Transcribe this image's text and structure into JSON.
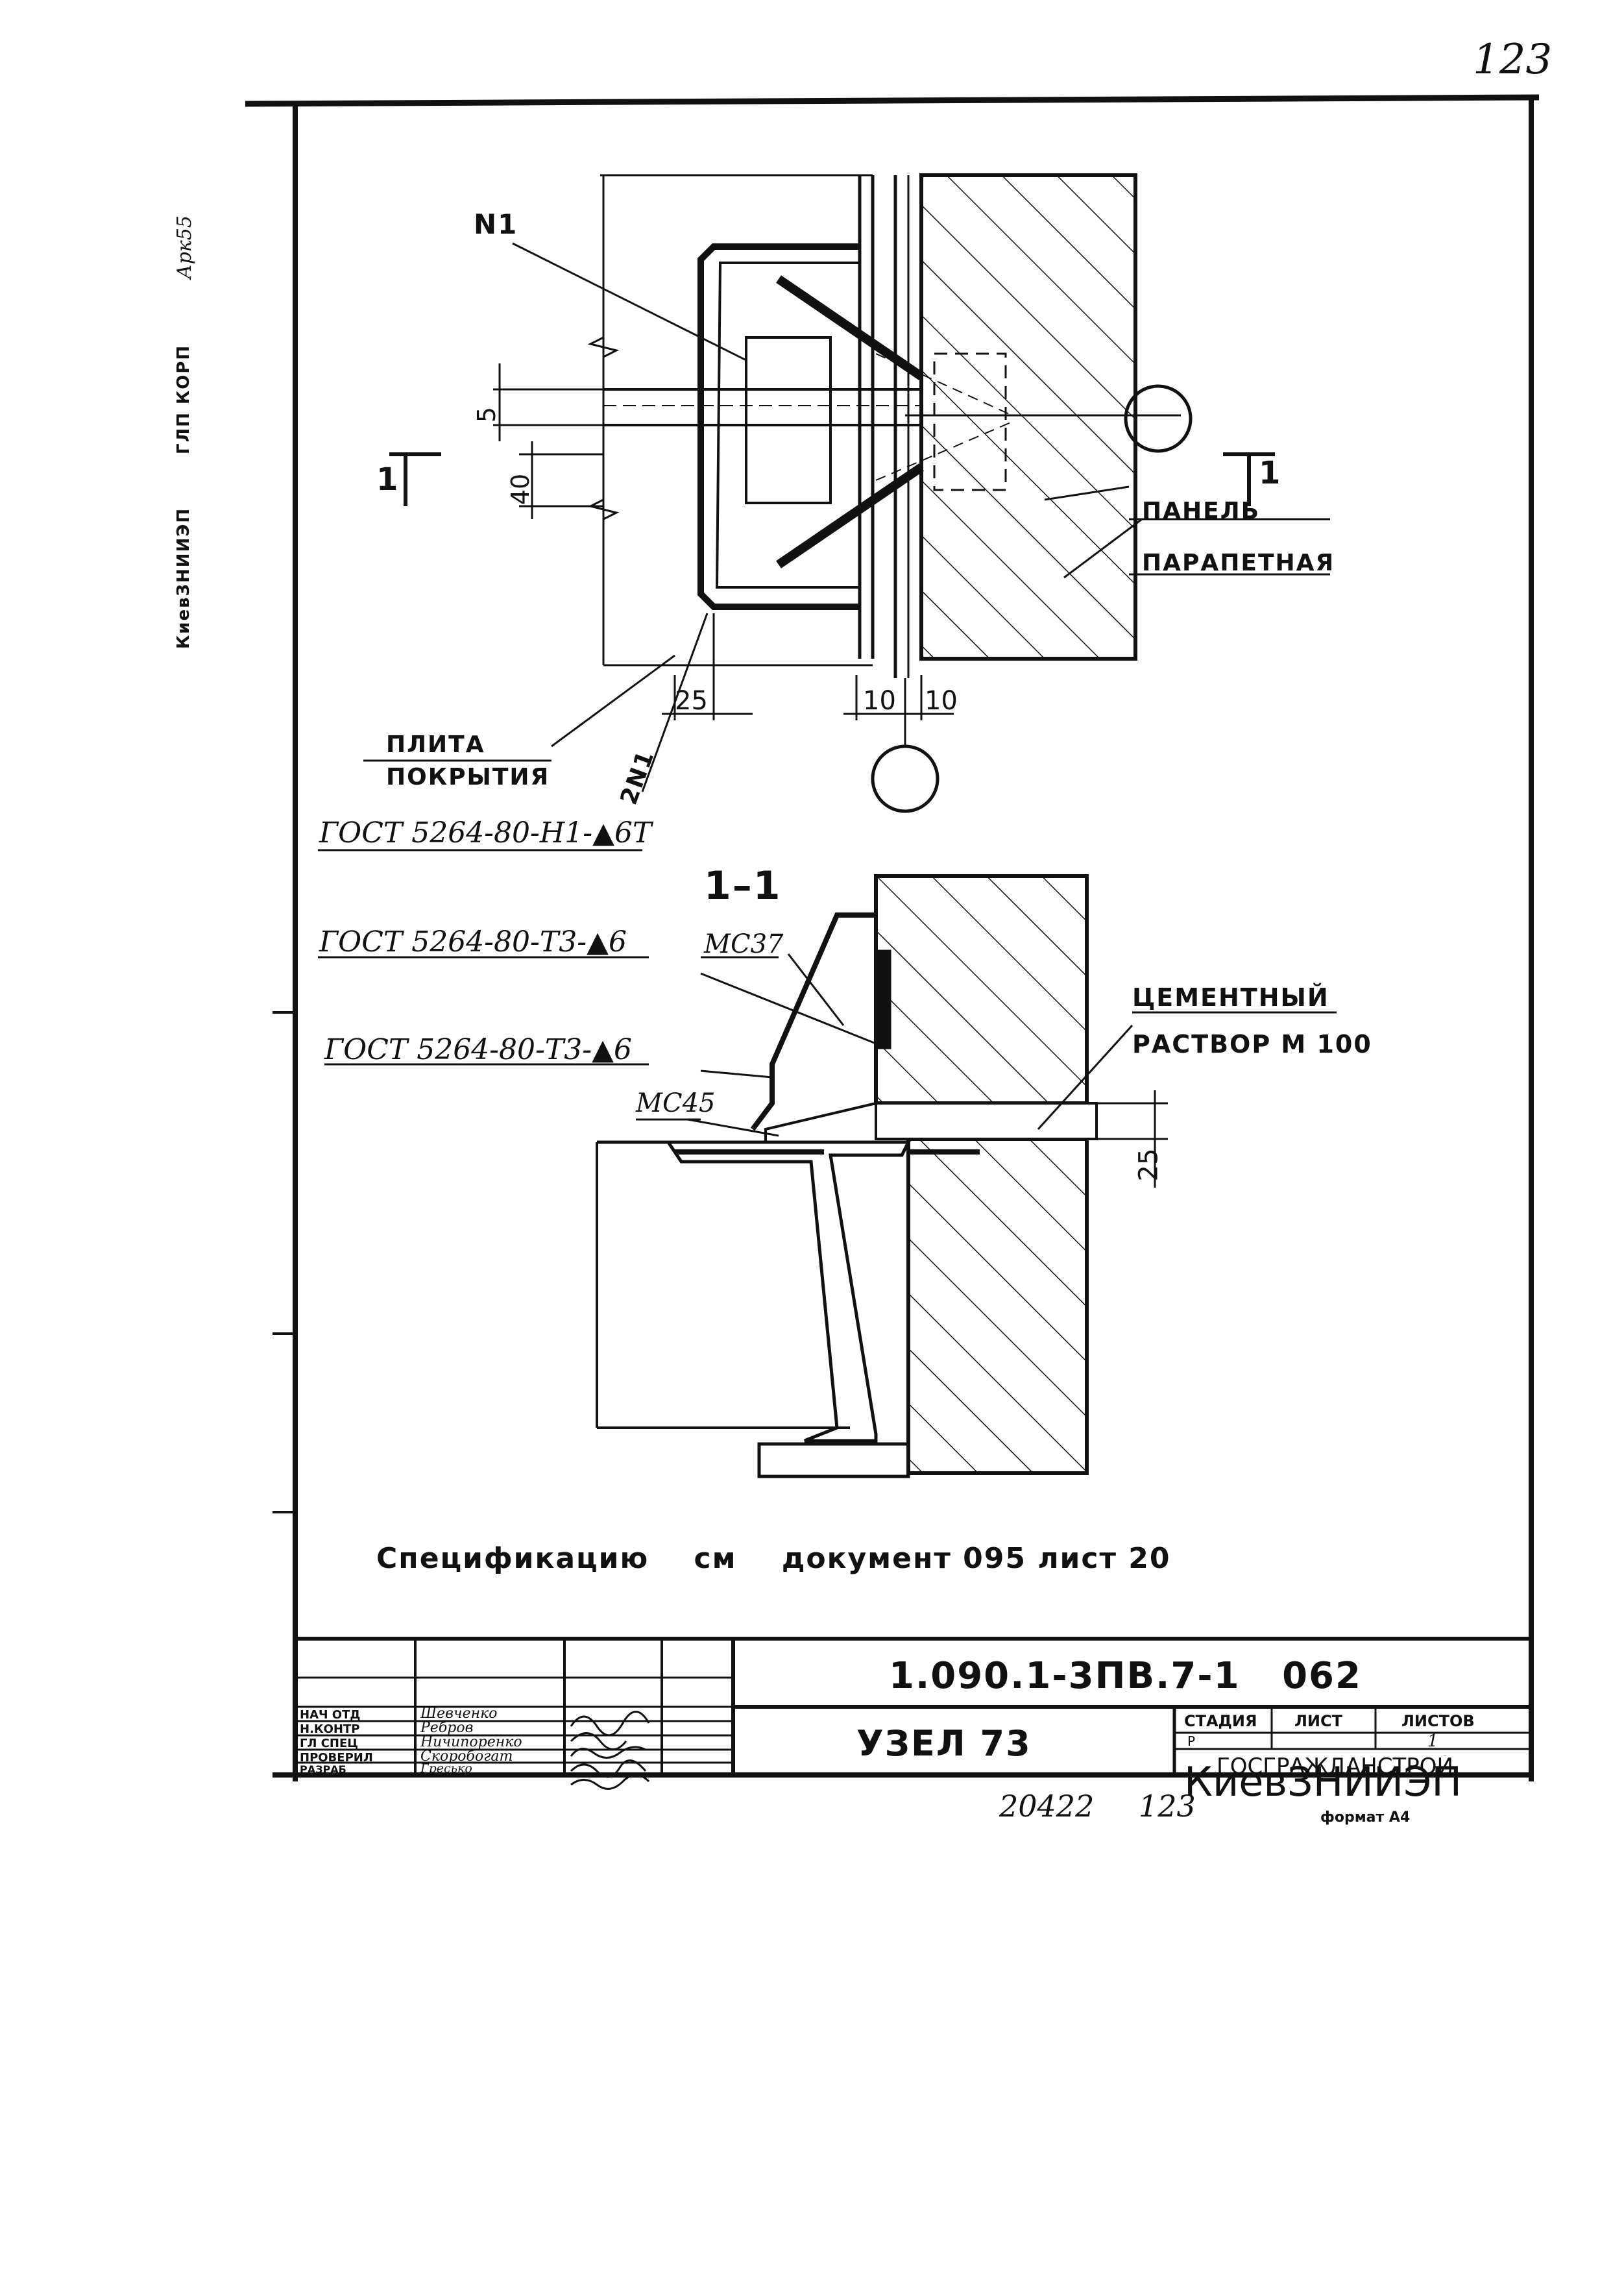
{
  "page_number": "123",
  "side_stamp": {
    "org": "КиевЗНИИЭП",
    "dept": "ГЛП КОРП",
    "sig": "Арк55"
  },
  "plan_view": {
    "mark_n1": "N1",
    "mark_2n1": "2N1",
    "dim_5": "5",
    "dim_40": "40",
    "dim_25": "25",
    "dim_10a": "10",
    "dim_10b": "10",
    "section_left": "1",
    "section_right": "1",
    "label_panel_line1": "ПАНЕЛЬ",
    "label_panel_line2": "ПАРАПЕТНАЯ",
    "label_slab_line1": "ПЛИТА",
    "label_slab_line2": "ПОКРЫТИЯ",
    "gost_n1": "ГОСТ 5264-80-Н1-▲6Т"
  },
  "section_view": {
    "title": "1–1",
    "gost_t3_a": "ГОСТ 5264-80-Т3-▲6",
    "gost_t3_b": "ГОСТ 5264-80-Т3-▲6",
    "mark_mc37": "МС37",
    "mark_mc45": "МС45",
    "mortar_line1": "ЦЕМЕНТНЫЙ",
    "mortar_line2": "РАСТВОР М 100",
    "dim_25": "25"
  },
  "spec_note": "Спецификацию    см    документ 095 лист 20",
  "title_block": {
    "code": "1.090.1-3ПВ.7-1   062",
    "drawing_name": "УЗЕЛ 73",
    "stage_header": "СТАДИЯ",
    "sheet_header": "ЛИСТ",
    "sheets_header": "ЛИСТОВ",
    "stage_value": "Р",
    "sheet_value": "",
    "sheets_value": "1",
    "org_line1": "ГОСГРАЖДАНСТРОЙ",
    "org_line2": "КиевЗНИИЭП",
    "roles": [
      {
        "role": "НАЧ ОТД",
        "name": "Шевченко"
      },
      {
        "role": "Н.КОНТР",
        "name": "Ребров"
      },
      {
        "role": "ГЛ СПЕЦ",
        "name": "Ничипоренко"
      },
      {
        "role": "ПРОВЕРИЛ",
        "name": "Скоробогат"
      },
      {
        "role": "РАЗРАБ",
        "name": "Гресько"
      }
    ]
  },
  "footer": {
    "inventory": "20422",
    "page": "123",
    "format": "формат А4"
  }
}
